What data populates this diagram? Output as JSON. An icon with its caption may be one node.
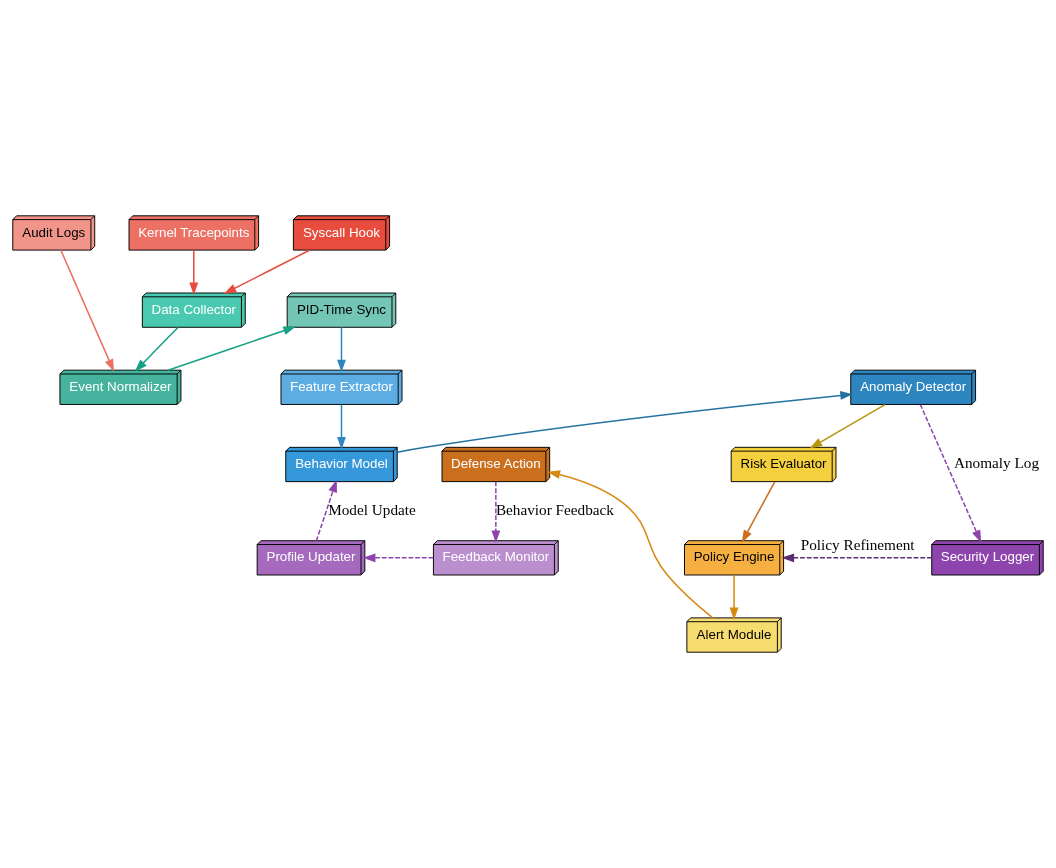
{
  "diagram": {
    "nodes": [
      {
        "text": [
          "Syscall Hook"
        ]
      },
      {
        "text": [
          "Kernel Tracepoints"
        ]
      },
      {
        "text": [
          "Audit Logs"
        ]
      },
      {
        "text": [
          "Data Collector"
        ]
      },
      {
        "text": [
          "PID-Time Sync"
        ]
      },
      {
        "text": [
          "Event Normalizer"
        ]
      },
      {
        "text": [
          "Feature Extractor"
        ]
      },
      {
        "text": [
          "Anomaly Detector"
        ]
      },
      {
        "text": [
          "Defense Action"
        ]
      },
      {
        "text": [
          "Behavior Model"
        ]
      },
      {
        "text": [
          "Risk Evaluator"
        ]
      },
      {
        "text": [
          "Feedback Monitor"
        ]
      },
      {
        "text": [
          "Profile Updater"
        ]
      },
      {
        "text": [
          "Security Logger"
        ]
      },
      {
        "text": [
          "Policy Engine"
        ]
      },
      {
        "text": [
          "Alert Module"
        ]
      }
    ],
    "edges": [
      {
        "from": 0,
        "to": 3,
        "arrow": "to",
        "color": "#e74c3c"
      },
      {
        "from": 1,
        "to": 3,
        "arrow": "to",
        "color": "#e74c3c"
      },
      {
        "from": 2,
        "to": 5,
        "arrow": "to",
        "color": "#ec7063"
      },
      {
        "from": 3,
        "to": 5,
        "arrow": "to",
        "color": "#16a085"
      },
      {
        "from": 5,
        "to": 4,
        "arrow": "to",
        "color": "#16a085"
      },
      {
        "from": 4,
        "to": 6,
        "arrow": "to",
        "color": "#2e86c1"
      },
      {
        "from": 6,
        "to": 9,
        "arrow": "to",
        "color": "#2e86c1"
      },
      {
        "from": 9,
        "to": 7,
        "arrow": "to",
        "color": "#2471a3"
      },
      {
        "from": 7,
        "to": 10,
        "arrow": "to",
        "color": "#b7950b"
      },
      {
        "from": 7,
        "to": 13,
        "arrow": "to",
        "label": "Anomaly Log",
        "style": "dashed",
        "color": "#8e44ad"
      },
      {
        "from": 10,
        "to": 14,
        "arrow": "to",
        "color": "#ca6f1e"
      },
      {
        "from": 14,
        "to": 15,
        "arrow": "to",
        "color": "#d68910"
      },
      {
        "from": 15,
        "to": 8,
        "arrow": "to",
        "color": "#d68910"
      },
      {
        "from": 8,
        "to": 11,
        "arrow": "to",
        "label": "Behavior Feedback",
        "style": "dashed",
        "color": "#8e44ad"
      },
      {
        "from": 11,
        "to": 12,
        "arrow": "to",
        "style": "dashed",
        "color": "#8e44ad"
      },
      {
        "from": 12,
        "to": 9,
        "arrow": "to",
        "label": "Model Update",
        "style": "dashed",
        "color": "#8e44ad"
      },
      {
        "from": 13,
        "to": 14,
        "arrow": "to",
        "label": "Policy Refinement",
        "style": "dashed",
        "color": "#5b2c6f"
      }
    ]
  }
}
